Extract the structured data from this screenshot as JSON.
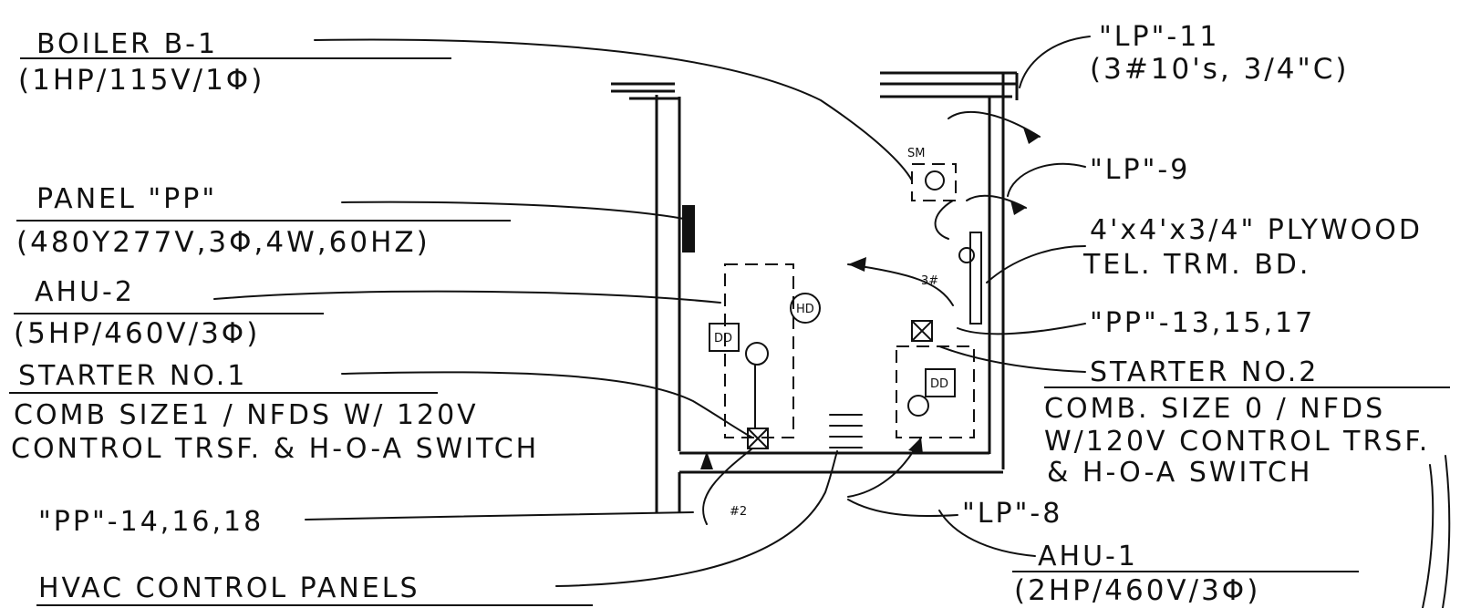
{
  "labels": {
    "boiler": {
      "title": "BOILER B-1",
      "spec": "(1HP/115V/1Φ)"
    },
    "panel_pp": {
      "title": "PANEL \"PP\"",
      "spec": "(480Y277V,3Φ,4W,60HZ)"
    },
    "ahu2": {
      "title": "AHU-2",
      "spec": "(5HP/460V/3Φ)"
    },
    "starter1": {
      "title": "STARTER NO.1",
      "line1": "COMB SIZE1 / NFDS W/ 120V",
      "line2": "CONTROL TRSF. & H-O-A SWITCH"
    },
    "pp_14_16_18": {
      "text": "\"PP\"-14,16,18"
    },
    "hvac_panels": {
      "text": "HVAC CONTROL PANELS"
    },
    "lp11": {
      "title": "\"LP\"-11",
      "spec": "(3#10's, 3/4\"C)"
    },
    "lp9": {
      "text": "\"LP\"-9"
    },
    "plywood": {
      "line1": "4'x4'x3/4\" PLYWOOD",
      "line2": "TEL. TRM. BD."
    },
    "pp_13_15_17": {
      "text": "\"PP\"-13,15,17"
    },
    "starter2": {
      "title": "STARTER NO.2",
      "line1": "COMB. SIZE 0 / NFDS",
      "line2": "W/120V CONTROL TRSF.",
      "line3": "& H-O-A SWITCH"
    },
    "lp8": {
      "text": "\"LP\"-8"
    },
    "ahu1": {
      "title": "AHU-1",
      "spec": "(2HP/460V/3Φ)"
    }
  },
  "symbols": {
    "hd": "HD",
    "dd_left": "DD",
    "dd_right": "DD",
    "sm": "SM",
    "wire_3": "3#",
    "wire_2": "#2"
  }
}
